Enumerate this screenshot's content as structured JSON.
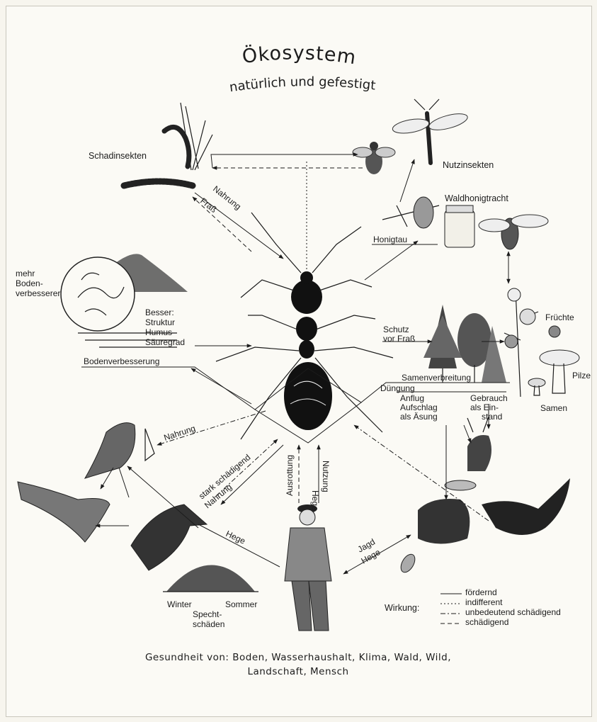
{
  "title": "Ökosystem",
  "subtitle": "natürlich und gefestigt",
  "labels": {
    "schadinsekten": "Schadinsekten",
    "nutzinsekten": "Nutzinsekten",
    "waldhonigtracht": "Waldhonigtracht",
    "honigtau": "Honigtau",
    "nahrung_top": "Nahrung",
    "frass": "Fraß",
    "mehr": "mehr",
    "boden_dash": "Boden-",
    "verbesserer": "verbesserer",
    "besser": "Besser:",
    "struktur": "Struktur",
    "humus": "Humus",
    "saeuregrad": "Säuregrad",
    "bodenverbesserung": "Bodenverbesserung",
    "schutz": "Schutz",
    "vor_frass": "vor Fraß",
    "fruechte": "Früchte",
    "pilze": "Pilze",
    "samen": "Samen",
    "samenverbreitung": "Samenverbreitung",
    "duengung": "Düngung",
    "anflug": "Anflug",
    "aufschlag": "Aufschlag",
    "als_aesung": "als Äsung",
    "gebrauch": "Gebrauch",
    "als_ein": "als Ein-",
    "stand": "stand",
    "nahrung_left": "Nahrung",
    "stark_schaedigend": "stark schädigend",
    "nahrung_low": "Nahrung",
    "ausrottung": "Ausrottung",
    "hege_v": "Hege",
    "nutzung": "Nutzung",
    "hege_left": "Hege",
    "jagd": "Jagd",
    "hege_right": "Hege",
    "winter": "Winter",
    "sommer": "Sommer",
    "specht": "Specht-",
    "schaeden": "schäden"
  },
  "legend": {
    "title": "Wirkung:",
    "items": [
      "fördernd",
      "indifferent",
      "unbedeutend schädigend",
      "schädigend"
    ]
  },
  "footer": {
    "line1": "Gesundheit von: Boden, Wasserhaushalt, Klima, Wald, Wild,",
    "line2": "Landschaft, Mensch"
  }
}
